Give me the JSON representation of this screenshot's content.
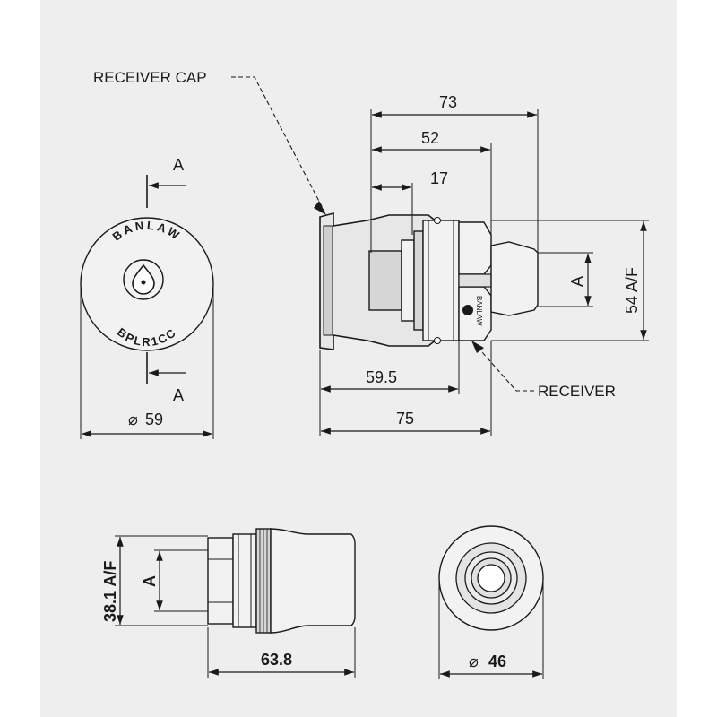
{
  "labels": {
    "receiver_cap": "RECEIVER CAP",
    "receiver": "RECEIVER",
    "section_a": "A"
  },
  "dimensions": {
    "d73": "73",
    "d52": "52",
    "d17": "17",
    "d59_5": "59.5",
    "d75": "75",
    "af54": "54 A/F",
    "dia59": "59",
    "af38": "38.1 A/F",
    "d63_8": "63.8",
    "dia46": "46",
    "dia_symbol": "⌀"
  },
  "cap_marking": {
    "brand": "BANLAW",
    "part_number": "BPLR1CC"
  },
  "colors": {
    "background": "#eeeeee",
    "line": "#1a1a1a",
    "body_fill": "#e7e7e7",
    "dark_fill": "#d6d6d6"
  }
}
